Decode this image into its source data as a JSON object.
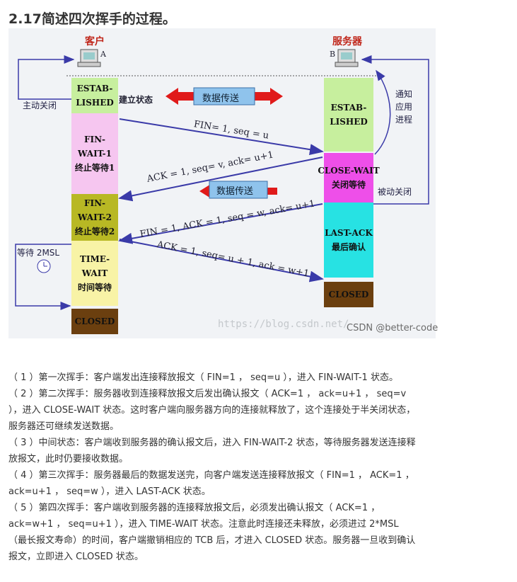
{
  "title": "2.17简述四次挥手的过程。",
  "diagram": {
    "client_label": "客户",
    "server_label": "服务器",
    "client_letter": "A",
    "server_letter": "B",
    "client_states": [
      "ESTAB-\nLISHED",
      "FIN-WAIT-1\n终止等待1",
      "FIN-WAIT-2\n终止等待2",
      "TIME-WAIT\n时间等待",
      "CLOSED"
    ],
    "server_states": [
      "ESTAB-\nLISHED",
      "CLOSE-WAIT\n关闭等待",
      "LAST-ACK\n最后确认",
      "CLOSED"
    ],
    "established_label": "建立状态",
    "data_transfer_1": "数据传送",
    "data_transfer_2": "数据传送",
    "active_close": "主动关闭",
    "notify_app": "通知\n应用\n进程",
    "passive_close": "被动关闭",
    "wait_2msl": "等待 2MSL",
    "msg1": "FIN= 1, seq = u",
    "msg2": "ACK = 1, seq= v, ack= u+1",
    "msg3": "FIN = 1, ACK = 1, seq = w, ack= u+1",
    "msg4": "ACK = 1, seq= u + 1, ack = w+1",
    "watermark_url": "https://blog.csdn.net/",
    "watermark_credit": "CSDN @better-code",
    "colors": {
      "established": "#c7ef9e",
      "fin_wait_1": "#f6c6f0",
      "fin_wait_2": "#b8b824",
      "time_wait": "#f8f3a6",
      "closed": "#6b3f0f",
      "close_wait": "#ee4fe9",
      "last_ack": "#27e2e3",
      "line": "#3a3aa8",
      "red_arrow": "#e01a1a",
      "bubble": "#8fc3ec"
    }
  },
  "steps": [
    "（ 1 ）第一次挥手：客户端发出连接释放报文（ FIN=1 ， seq=u ），进入 FIN-WAIT-1 状态。",
    "（ 2 ）第二次挥手：服务器收到连接释放报文后发出确认报文（ ACK=1 ， ack=u+1 ， seq=v ），进入 CLOSE-WAIT 状态。这时客户端向服务器方向的连接就释放了，这个连接处于半关闭状态，服务器还可继续发送数据。",
    "（ 3 ）中间状态：客户端收到服务器的确认报文后，进入 FIN-WAIT-2 状态，等待服务器发送连接释放报文，此时仍要接收数据。",
    "（ 4 ）第三次挥手：服务器最后的数据发送完，向客户端发送连接释放报文（ FIN=1 ， ACK=1 ， ack=u+1 ， seq=w ），进入 LAST-ACK 状态。",
    "（ 5 ）第四次挥手：客户端收到服务器的连接释放报文后，必须发出确认报文（ ACK=1 ， ack=w+1 ， seq=u+1 ），进入 TIME-WAIT 状态。注意此时连接还未释放，必须进过 2*MSL （最长报文寿命）的时间，客户端撤销相应的 TCB 后，才进入 CLOSED 状态。服务器一旦收到确认报文，立即进入 CLOSED 状态。"
  ]
}
